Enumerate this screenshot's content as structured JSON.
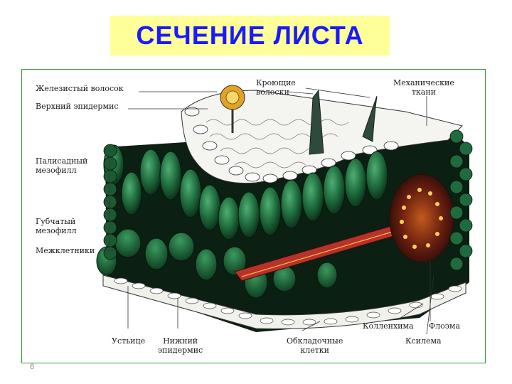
{
  "title": "СЕЧЕНИЕ ЛИСТА",
  "slide_number": "6",
  "labels": {
    "glandular_hair": "Железистый волосок",
    "upper_epidermis": "Верхний эпидермис",
    "palisade_1": "Палисадный",
    "palisade_2": "мезофилл",
    "spongy_1": "Губчатый",
    "spongy_2": "мезофилл",
    "intercellular": "Межклетники",
    "covering_hairs_1": "Кроющие",
    "covering_hairs_2": "волоски",
    "mechanical_1": "Механические",
    "mechanical_2": "ткани",
    "stoma": "Устьице",
    "lower_epidermis_1": "Нижний",
    "lower_epidermis_2": "эпидермис",
    "sheath_cells_1": "Обкладочные",
    "sheath_cells_2": "клетки",
    "collenchyma": "Колленхима",
    "phloem": "Флоэма",
    "xylem": "Ксилема"
  },
  "colors": {
    "title_bg": "#ffff99",
    "title_text": "#1a1aff",
    "frame_border": "#339933"
  }
}
